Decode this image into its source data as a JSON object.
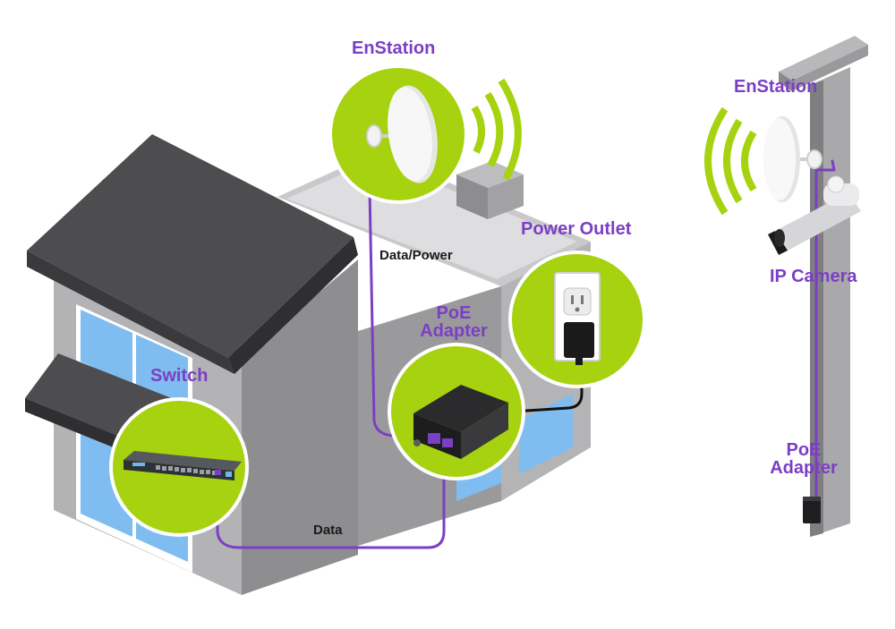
{
  "labels": {
    "enstation_house": "EnStation",
    "enstation_pole": "EnStation",
    "power_outlet": "Power Outlet",
    "poe_adapter_house_line1": "PoE",
    "poe_adapter_house_line2": "Adapter",
    "switch": "Switch",
    "ip_camera": "IP Camera",
    "poe_adapter_pole_line1": "PoE",
    "poe_adapter_pole_line2": "Adapter",
    "cable_data_power": "Data/Power",
    "cable_data": "Data"
  },
  "colors": {
    "accent_purple": "#7b3fc4",
    "highlight_green": "#a6d20f",
    "roof_dark": "#4d4d50",
    "wall_gray": "#a9a9ab",
    "window_blue": "#7fbdf0"
  }
}
